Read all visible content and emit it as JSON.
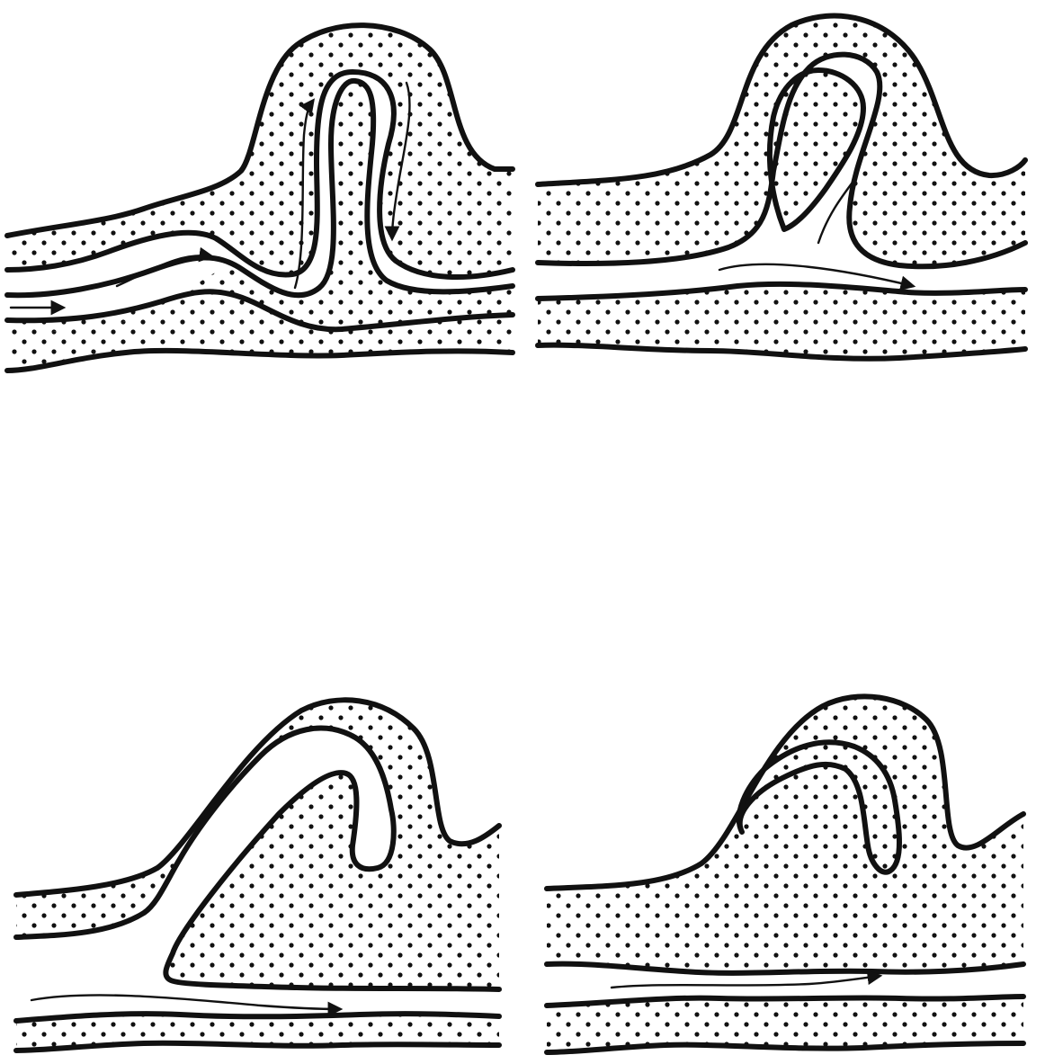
{
  "figure": {
    "colors": {
      "ink": "#111111",
      "paper": "#ffffff"
    },
    "dot_pattern": "stippled-dots",
    "panels": [
      {
        "name": "panel-1",
        "stage": 1,
        "flow_arrows": 4
      },
      {
        "name": "panel-2",
        "stage": 2,
        "flow_arrows": 1
      },
      {
        "name": "panel-3",
        "stage": 3,
        "flow_arrows": 1
      },
      {
        "name": "panel-4",
        "stage": 4,
        "flow_arrows": 1
      }
    ]
  }
}
